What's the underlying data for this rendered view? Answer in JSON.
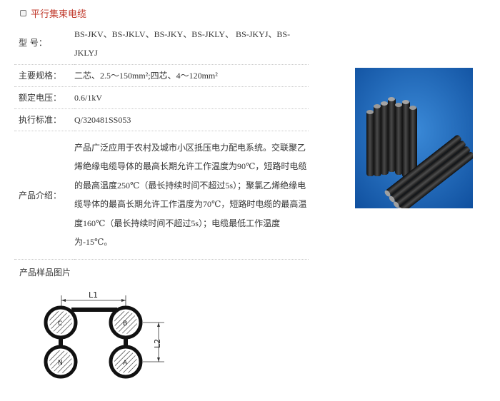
{
  "header": {
    "title": "平行集束电缆",
    "icon": "square-bullet-icon"
  },
  "specs": [
    {
      "label": "型  号：",
      "value": "BS-JKV、BS-JKLV、BS-JKY、BS-JKLY、 BS-JKYJ、BS-JKLYJ"
    },
    {
      "label": "主要规格：",
      "value": "二芯、2.5～150mm²;四芯、4～120mm²"
    },
    {
      "label": "额定电压：",
      "value": "0.6/1kV"
    },
    {
      "label": "执行标准：",
      "value": "Q/320481SS053"
    },
    {
      "label": "产品介绍：",
      "value": "产品广泛应用于农村及城市小区抵压电力配电系统。交联聚乙烯绝缘电缆导体的最高长期允许工作温度为90℃，短路时电缆的最高温度250℃（最长持续时间不超过5s）；聚氯乙烯绝缘电缆导体的最高长期允许工作温度为70℃，短路时电缆的最高温度160℃（最长持续时间不超过5s）；电缆最低工作温度为-15℃。"
    }
  ],
  "samples": {
    "title": "产品样品图片"
  },
  "diagram": {
    "l1": "L1",
    "l2": "L2",
    "labels": [
      "C",
      "B",
      "N",
      "A"
    ]
  }
}
